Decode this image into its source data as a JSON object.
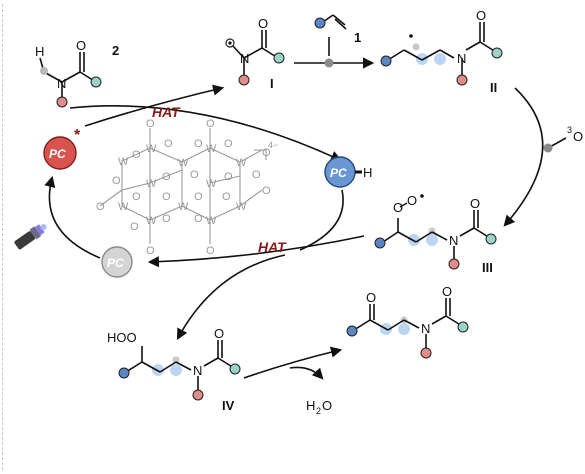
{
  "labels": {
    "compound_2": "2",
    "compound_1": "1",
    "intermediate_I": "I",
    "intermediate_II": "II",
    "intermediate_III": "III",
    "intermediate_IV": "IV",
    "hat_top": "HAT",
    "hat_bottom": "HAT",
    "pc_excited": "PC",
    "pc_excited_star": "*",
    "pc_reduced": "PC",
    "pc_reduced_h": "H",
    "pc_ground": "PC",
    "oxygen_prefix": "3",
    "oxygen_atom": "O",
    "water_h": "H",
    "water_sub": "2",
    "water_o": "O",
    "charge": "4−",
    "hydroperoxide": "HOO",
    "peroxyl_o": "O",
    "atom_h": "H",
    "atom_n": "N",
    "atom_o": "O",
    "atom_w": "W"
  },
  "colors": {
    "blue_node": "#5b86c4",
    "teal_node": "#9cd3c8",
    "red_node": "#e38a8a",
    "grey_node": "#b9b9b9",
    "highlight": "#bcd6f2",
    "hat_text": "#8b1a1a",
    "pc_excited_fill": "#d9534f",
    "pc_reduced_fill": "#6a97d4",
    "pc_ground_fill": "#d4d4d4",
    "cluster": "#9a9a9a"
  }
}
